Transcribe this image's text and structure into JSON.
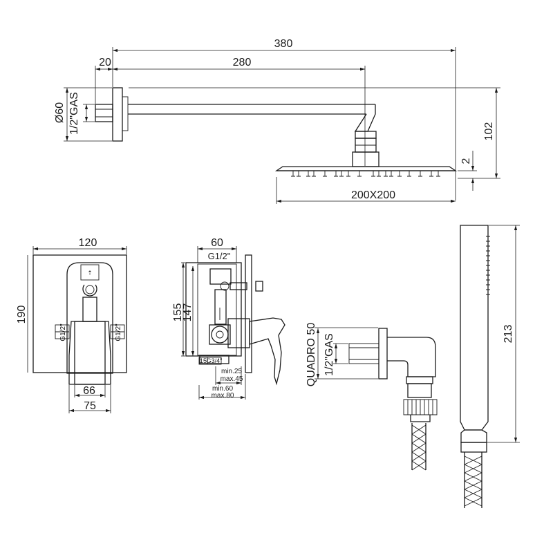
{
  "arm_view": {
    "overall_length": "380",
    "arm_length": "280",
    "flange_depth": "20",
    "flange_diameter": "Ø60",
    "connection_thread": "1/2\"GAS",
    "drop_height": "102",
    "head_thickness": "2",
    "head_size": "200X200"
  },
  "plate_view": {
    "width": "120",
    "height": "190",
    "left_port": "G1/2\"",
    "right_port": "G1/2\"",
    "box_inner_width": "66",
    "box_outer_width": "75"
  },
  "mixer_section": {
    "width": "60",
    "top_thread": "G1/2\"",
    "height_outer": "155",
    "height_inner": "147",
    "bottom_offset": "15",
    "outlet_thread": "G3/4\"",
    "depth_range_1": "min.25\nmax.45",
    "depth_range_2": "min.60\nmax.80",
    "depth_min_1": "min.25",
    "depth_max_1": "max.45",
    "depth_min_2": "min.60",
    "depth_max_2": "max.80"
  },
  "outlet_view": {
    "size": "QUADRO 50",
    "thread": "1/2\"GAS"
  },
  "hand_shower": {
    "length": "213"
  }
}
